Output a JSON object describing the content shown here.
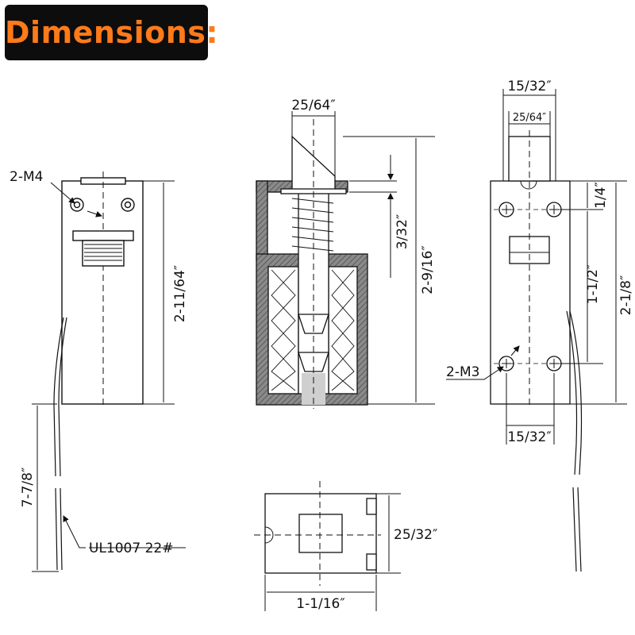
{
  "title": "Dimensions:",
  "colors": {
    "title_text": "#ff7a1a",
    "title_bg": "#0d0d0d",
    "line": "#111111",
    "hatch": "#555555"
  },
  "labels": {
    "screw_m4": "2-M4",
    "screw_m3": "2-M3",
    "wire": "UL1007 22#",
    "side_height": "2-11/64″",
    "wire_length": "7-7/8″",
    "plunger_width": "25/64″",
    "stroke": "3/32″",
    "total_height": "2-9/16″",
    "top_width": "15/32″",
    "top_inner_width": "25/64″",
    "bottom_width": "15/32″",
    "top_hole_offset": "1/4″",
    "hole_spacing": "1-1/2″",
    "body_height": "2-1/8″",
    "bottom_depth": "25/32″",
    "bottom_width_full": "1-1/16″"
  }
}
